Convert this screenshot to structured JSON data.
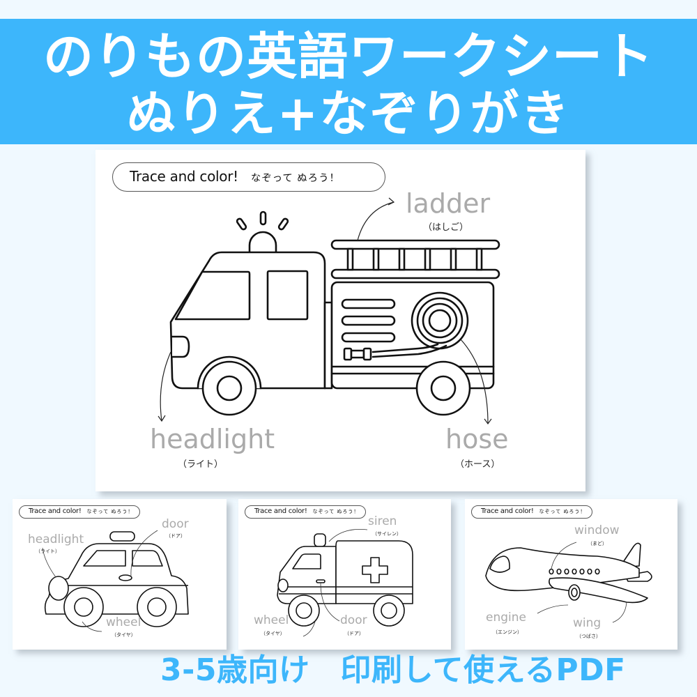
{
  "banner": {
    "title_line1": "のりもの英語ワークシート",
    "title_line2": "ぬりえ+なぞりがき",
    "background_color": "#3db6fb",
    "text_color": "#ffffff"
  },
  "main_worksheet": {
    "instruction_en": "Trace and color!",
    "instruction_jp": "なぞって ぬろう！",
    "vehicle": "fire-truck",
    "labels": [
      {
        "word": "ladder",
        "reading": "（はしご）"
      },
      {
        "word": "headlight",
        "reading": "（ライト）"
      },
      {
        "word": "hose",
        "reading": "（ホース）"
      }
    ]
  },
  "thumbnails": [
    {
      "instruction_en": "Trace and color!",
      "instruction_jp": "なぞって ぬろう！",
      "vehicle": "police-car",
      "labels": [
        {
          "word": "headlight",
          "reading": "（ライト）"
        },
        {
          "word": "door",
          "reading": "（ドア）"
        },
        {
          "word": "wheel",
          "reading": "（タイヤ）"
        }
      ]
    },
    {
      "instruction_en": "Trace and color!",
      "instruction_jp": "なぞって ぬろう！",
      "vehicle": "ambulance",
      "labels": [
        {
          "word": "siren",
          "reading": "（サイレン）"
        },
        {
          "word": "wheel",
          "reading": "（タイヤ）"
        },
        {
          "word": "door",
          "reading": "（ドア）"
        }
      ]
    },
    {
      "instruction_en": "Trace and color!",
      "instruction_jp": "なぞって ぬろう！",
      "vehicle": "airplane",
      "labels": [
        {
          "word": "window",
          "reading": "（まど）"
        },
        {
          "word": "engine",
          "reading": "（エンジン）"
        },
        {
          "word": "wing",
          "reading": "（つばさ）"
        }
      ]
    }
  ],
  "footer": {
    "age_text": "3-5歳向け",
    "format_text": "印刷して使えるPDF",
    "text_color": "#3db6fb"
  },
  "colors": {
    "page_background": "#f0f9ff",
    "trace_word_gray": "#aaaaaa",
    "line_art": "#111111"
  }
}
